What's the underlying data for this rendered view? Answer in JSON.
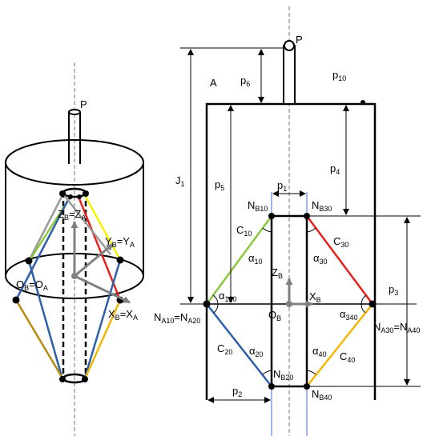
{
  "labels": {
    "P_left": "P",
    "P_right": "P",
    "A": "A",
    "p10": "p",
    "p10_sub": "10",
    "p6": "p",
    "p6_sub": "6",
    "p5": "p",
    "p5_sub": "5",
    "p4": "p",
    "p4_sub": "4",
    "J1": "J",
    "J1_sub": "1",
    "p1": "p",
    "p1_sub": "1",
    "p2": "p",
    "p2_sub": "2",
    "p3": "p",
    "p3_sub": "3",
    "NB10": "N",
    "NB10_sub": "B10",
    "NB30": "N",
    "NB30_sub": "B30",
    "NB20": "N",
    "NB20_sub": "B20",
    "NB40": "N",
    "NB40_sub": "B40",
    "NA10": "N",
    "NA10_sub": "A10",
    "NA10_eq": "=N",
    "NA20_sub": "A20",
    "NA30": "N",
    "NA30_sub": "A30",
    "NA30_eq": "=N",
    "NA40_sub": "A40",
    "C10": "C",
    "C10_sub": "10",
    "C30": "C",
    "C30_sub": "30",
    "C20": "C",
    "C20_sub": "20",
    "C40": "C",
    "C40_sub": "40",
    "a10": "α",
    "a10_sub": "10",
    "a30": "α",
    "a30_sub": "30",
    "a120": "α",
    "a120_sub": "120",
    "a340": "α",
    "a340_sub": "340",
    "a20": "α",
    "a20_sub": "20",
    "a40": "α",
    "a40_sub": "40",
    "ZB_r": "Z",
    "ZB_r_sub": "B",
    "XB_r": "X",
    "XB_r_sub": "B",
    "OB_r": "O",
    "OB_r_sub": "B",
    "ZBZA": "Z",
    "ZBZA_s1": "B",
    "ZBZA_eq": "=Z",
    "ZBZA_s2": "A",
    "YBYA": "Y",
    "YBYA_s1": "B",
    "YBYA_eq": "=Y",
    "YBYA_s2": "A",
    "OBOA": "O",
    "OBOA_s1": "B",
    "OBOA_eq": "=O",
    "OBOA_s2": "A",
    "XBXA": "X",
    "XBXA_s1": "B",
    "XBXA_eq": "=X",
    "XBXA_s2": "A"
  },
  "colors": {
    "green": "#8dc63f",
    "red": "#e8211d",
    "blue": "#2e5fa8",
    "orange": "#f2b707",
    "yellow": "#f6f200",
    "gray": "#9a9a9a",
    "dark_gold": "#b88a12",
    "arrow": "#808080",
    "guide": "#3a6fd0"
  }
}
